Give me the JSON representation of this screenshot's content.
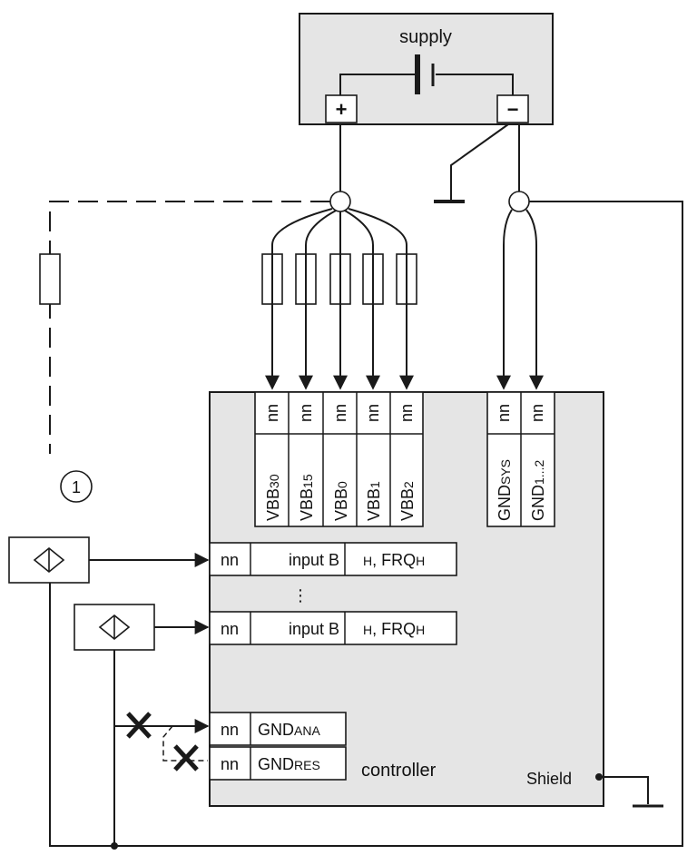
{
  "supply": {
    "label": "supply",
    "plus": "+",
    "minus": "−"
  },
  "controller": {
    "label": "controller",
    "shield": "Shield"
  },
  "supply_terminals": [
    {
      "pin": "nn",
      "name": "VBB",
      "sub": "30"
    },
    {
      "pin": "nn",
      "name": "VBB",
      "sub": "15"
    },
    {
      "pin": "nn",
      "name": "VBB",
      "sub": "0"
    },
    {
      "pin": "nn",
      "name": "VBB",
      "sub": "1"
    },
    {
      "pin": "nn",
      "name": "VBB",
      "sub": "2"
    }
  ],
  "ground_terminals": [
    {
      "pin": "nn",
      "name": "GND",
      "sub": "SYS"
    },
    {
      "pin": "nn",
      "name": "GND",
      "sub": "1...2"
    }
  ],
  "inputs": [
    {
      "pin": "nn",
      "label": "input B",
      "suffix_sub": "H",
      "suffix_main": ", FRQ",
      "suffix_sub2": "H"
    },
    {
      "pin": "nn",
      "label": "input B",
      "suffix_sub": "H",
      "suffix_main": ", FRQ",
      "suffix_sub2": "H"
    }
  ],
  "ellipsis": "⋮",
  "gnd_inputs": [
    {
      "pin": "nn",
      "name": "GND",
      "sub": "ANA"
    },
    {
      "pin": "nn",
      "name": "GND",
      "sub": "RES"
    }
  ],
  "callout": "1"
}
